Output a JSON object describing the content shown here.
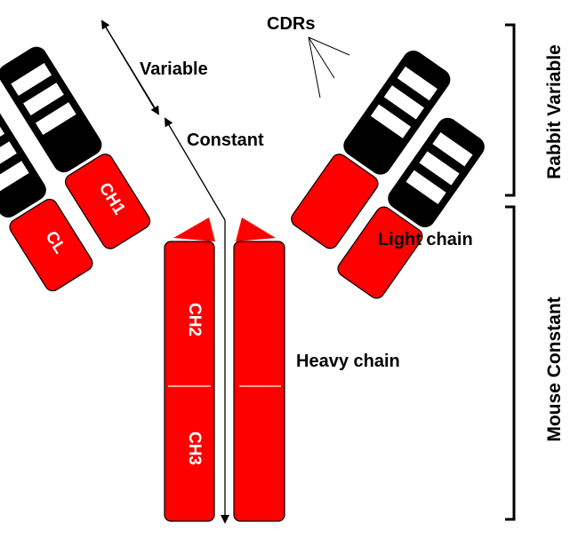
{
  "diagram": {
    "title": "Antibody structure",
    "colors": {
      "constant": "#ff0000",
      "variable": "#000000",
      "cdr": "#ffffff"
    },
    "labels": {
      "cdrs": "CDRs",
      "variable": "Variable",
      "constant": "Constant",
      "light_chain": "Light chain",
      "heavy_chain": "Heavy chain",
      "rabbit_variable": "Rabbit Variable",
      "mouse_constant": "Mouse Constant"
    },
    "domains": {
      "cl": "CL",
      "ch1": "CH1",
      "ch2": "CH2",
      "ch3": "CH3"
    }
  }
}
